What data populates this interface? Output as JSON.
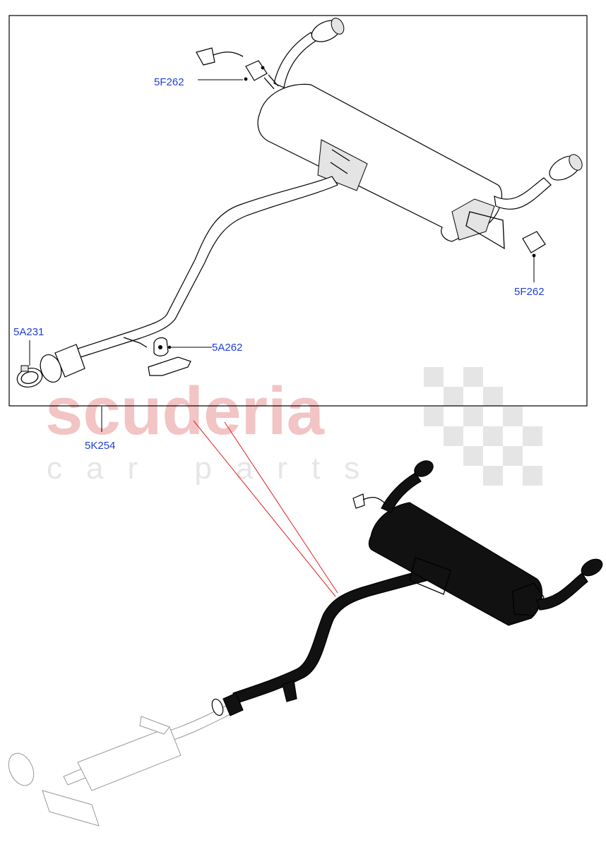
{
  "callouts": {
    "c1": "5F262",
    "c2": "5F262",
    "c3": "5A231",
    "c4": "5A262",
    "c5": "5K254"
  },
  "watermark": {
    "brand": "scuderia",
    "tagline": "car parts"
  },
  "colors": {
    "callout_text": "#1f3fd6",
    "watermark_brand": "#f2c4c4",
    "watermark_checker": "#dddddd",
    "locator_line": "#e02020",
    "highlight_part": "#111111",
    "frame": "#000000"
  }
}
